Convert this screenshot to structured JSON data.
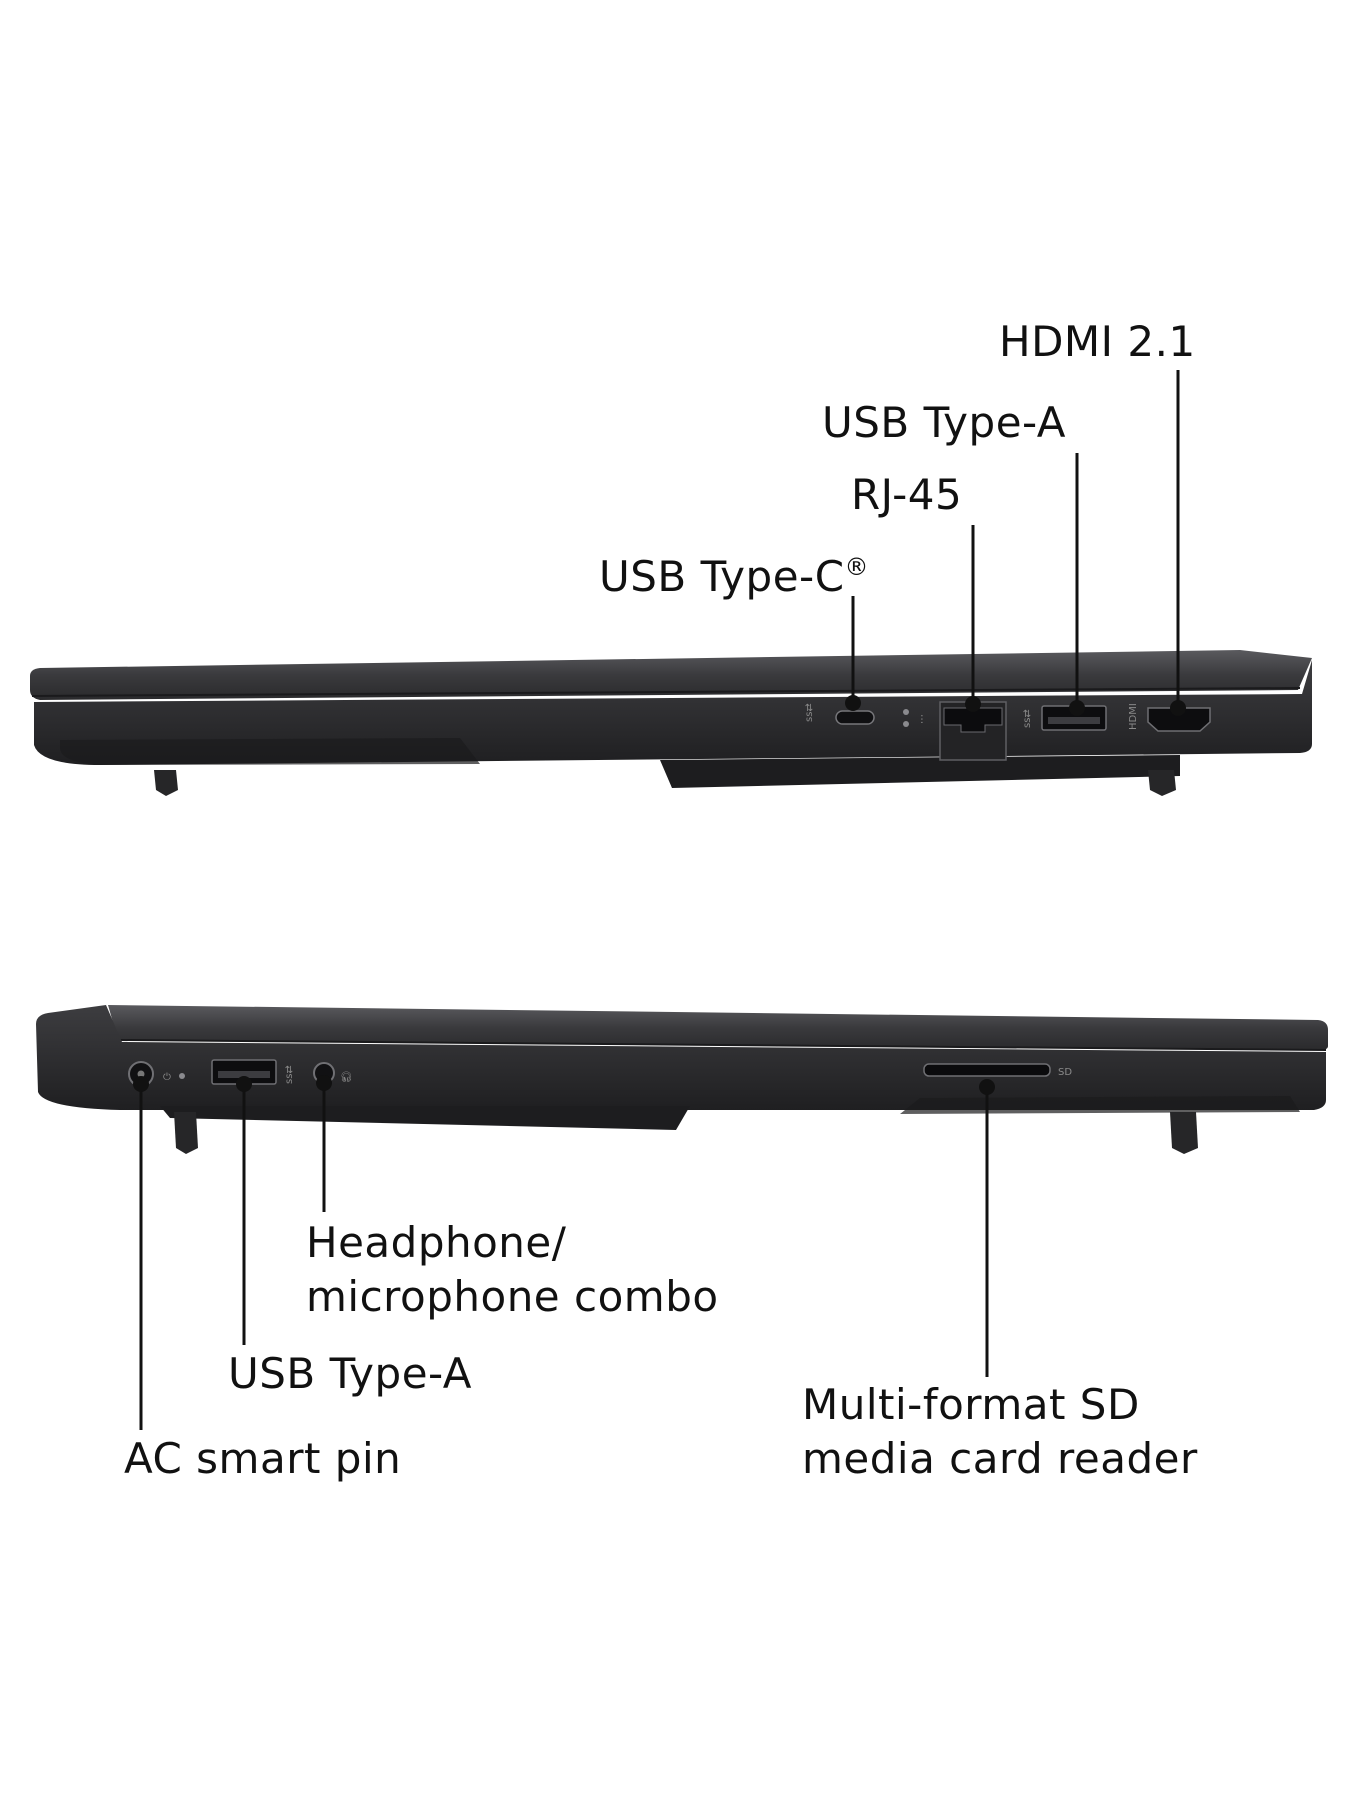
{
  "top_view": {
    "callouts": [
      {
        "id": "hdmi",
        "label": "HDMI 2.1"
      },
      {
        "id": "usb_a",
        "label": "USB Type-A"
      },
      {
        "id": "rj45",
        "label": "RJ-45"
      },
      {
        "id": "usb_c",
        "label": "USB Type-C",
        "mark": "®"
      }
    ]
  },
  "bottom_view": {
    "callouts": [
      {
        "id": "audio",
        "label_lines": [
          "Headphone/",
          "microphone combo"
        ]
      },
      {
        "id": "usb_a",
        "label": "USB Type-A"
      },
      {
        "id": "ac_pin",
        "label": "AC smart pin"
      },
      {
        "id": "sd",
        "label_lines": [
          "Multi-format SD",
          "media card reader"
        ]
      }
    ],
    "sd_slot_marking": "SD"
  },
  "colors": {
    "chassis": "#2b2b2d",
    "chassis_edge": "#4a4a4e",
    "callout": "#111111",
    "background": "#ffffff"
  }
}
